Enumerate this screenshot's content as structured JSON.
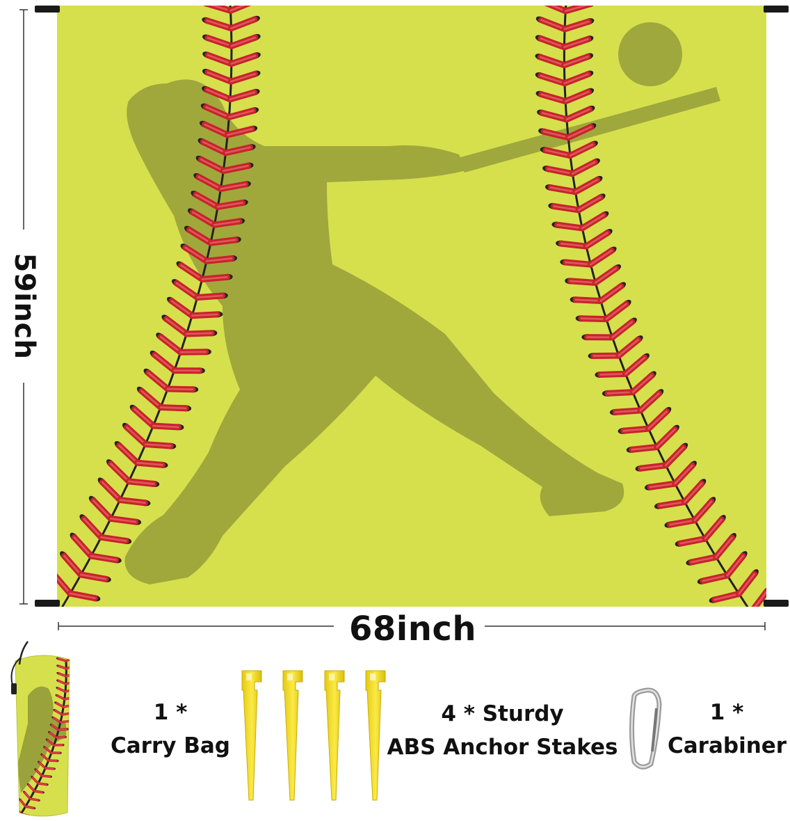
{
  "dimensions": {
    "height": "59inch",
    "width": "68inch"
  },
  "colors": {
    "blanket": "#d6e04d",
    "silhouette": "#9aa23b",
    "stitch_red": "#c8232c",
    "stake": "#f1dc27",
    "dim_line": "#333333"
  },
  "accessories": [
    {
      "qty": "1 *",
      "label": "Carry Bag",
      "icon": "carry-bag-icon"
    },
    {
      "qty": "4 * Sturdy",
      "label": "ABS Anchor Stakes",
      "icon": "stake-icon"
    },
    {
      "qty": "1 *",
      "label": "Carabiner",
      "icon": "carabiner-icon"
    }
  ]
}
